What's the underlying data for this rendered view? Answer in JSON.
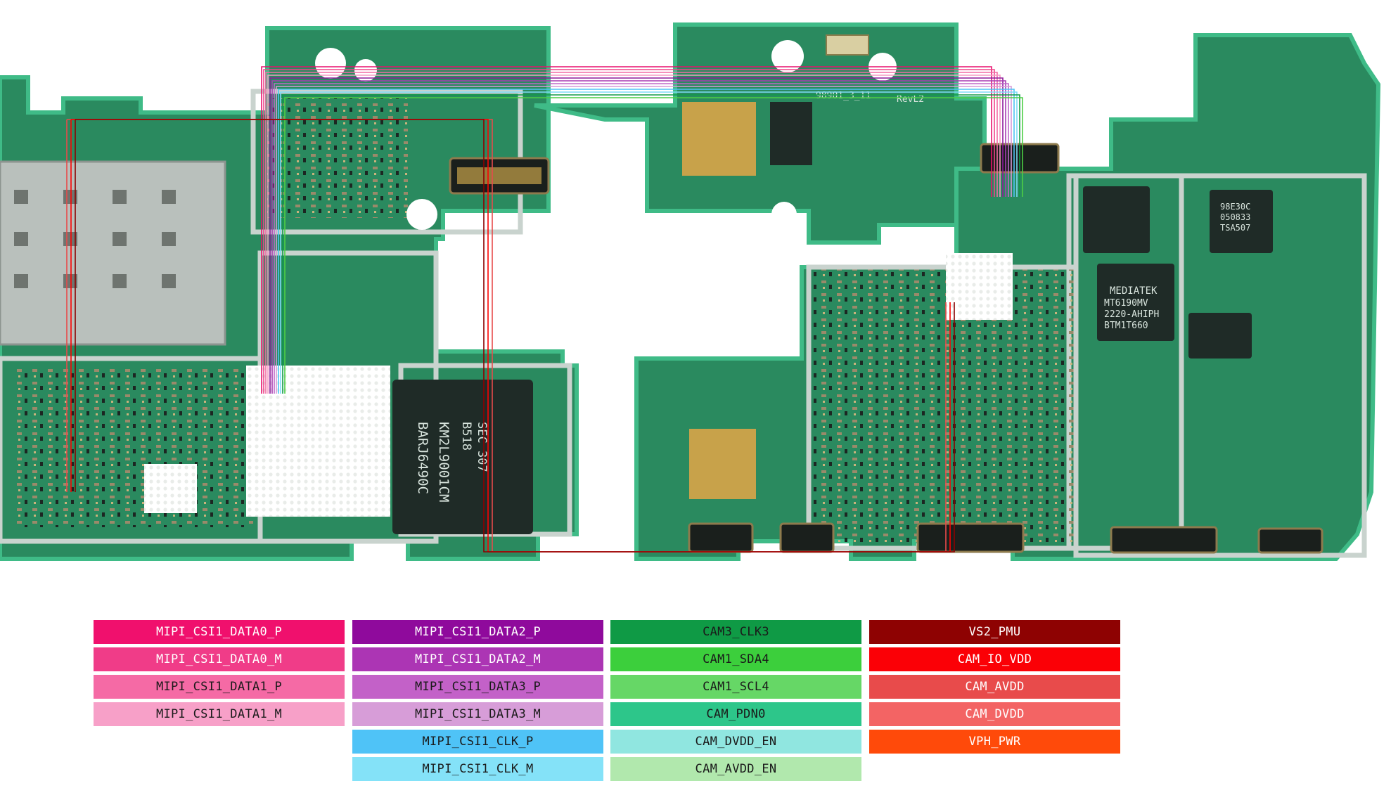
{
  "board": {
    "background": "#ffffff",
    "pcb_color": "#2a8a5f",
    "pcb_edge_color": "#3fbb87",
    "shield_color": "#c9d3ce",
    "chip_color": "#1f2b27",
    "gold_color": "#c8a24a",
    "chip_labels": {
      "memory_1": "SEC 307",
      "memory_2": "B518",
      "memory_3": "KM2L9001CM",
      "memory_4": "BARJ6490C",
      "mediatek_1": "MEDIATEK",
      "mediatek_2": "MT6190MV",
      "mediatek_3": "2220-AHIPH",
      "mediatek_4": "BTM1T660",
      "pmic_1": "98E30C",
      "pmic_2": "050833",
      "pmic_3": "TSA507",
      "board_id": "98901_3_11",
      "revision": "RevL2"
    },
    "trace_colors": [
      "#e8116e",
      "#f0448a",
      "#f46aa3",
      "#f59ac2",
      "#8e1a9a",
      "#a83cb3",
      "#c066c8",
      "#d69ad9",
      "#4cc3f5",
      "#7fdcf7",
      "#109a48",
      "#4ccf45",
      "#6ed86a",
      "#2ec486",
      "#8de5df",
      "#aee6a8",
      "#8b0000",
      "#ff0000",
      "#e74b4b",
      "#f26565",
      "#ff4500"
    ]
  },
  "legend": {
    "columns": [
      {
        "items": [
          {
            "label": "MIPI_CSI1_DATA0_P",
            "color": "#f0106d",
            "text": "dark"
          },
          {
            "label": "MIPI_CSI1_DATA0_M",
            "color": "#f03c88",
            "text": "dark"
          },
          {
            "label": "MIPI_CSI1_DATA1_P",
            "color": "#f56aa5",
            "text": "light"
          },
          {
            "label": "MIPI_CSI1_DATA1_M",
            "color": "#f7a0c8",
            "text": "light"
          }
        ]
      },
      {
        "items": [
          {
            "label": "MIPI_CSI1_DATA2_P",
            "color": "#8f0a9c",
            "text": "dark"
          },
          {
            "label": "MIPI_CSI1_DATA2_M",
            "color": "#ac35b4",
            "text": "dark"
          },
          {
            "label": "MIPI_CSI1_DATA3_P",
            "color": "#c361c8",
            "text": "light"
          },
          {
            "label": "MIPI_CSI1_DATA3_M",
            "color": "#d79dd8",
            "text": "light"
          },
          {
            "label": "MIPI_CSI1_CLK_P",
            "color": "#4fc3f7",
            "text": "light"
          },
          {
            "label": "MIPI_CSI1_CLK_M",
            "color": "#84e2f8",
            "text": "light"
          }
        ]
      },
      {
        "items": [
          {
            "label": "CAM3_CLK3",
            "color": "#0f9a45",
            "text": "light"
          },
          {
            "label": "CAM1_SDA4",
            "color": "#3ccf3c",
            "text": "light"
          },
          {
            "label": "CAM1_SCL4",
            "color": "#66d766",
            "text": "light"
          },
          {
            "label": "CAM_PDN0",
            "color": "#2dc68a",
            "text": "light"
          },
          {
            "label": "CAM_DVDD_EN",
            "color": "#90e6e0",
            "text": "light"
          },
          {
            "label": "CAM_AVDD_EN",
            "color": "#b1e8ad",
            "text": "light"
          }
        ]
      },
      {
        "items": [
          {
            "label": "VS2_PMU",
            "color": "#8e0202",
            "text": "dark"
          },
          {
            "label": "CAM_IO_VDD",
            "color": "#fb0006",
            "text": "dark"
          },
          {
            "label": "CAM_AVDD",
            "color": "#e84b4b",
            "text": "dark"
          },
          {
            "label": "CAM_DVDD",
            "color": "#f36464",
            "text": "dark"
          },
          {
            "label": "VPH_PWR",
            "color": "#ff4a0a",
            "text": "dark"
          }
        ]
      }
    ]
  }
}
